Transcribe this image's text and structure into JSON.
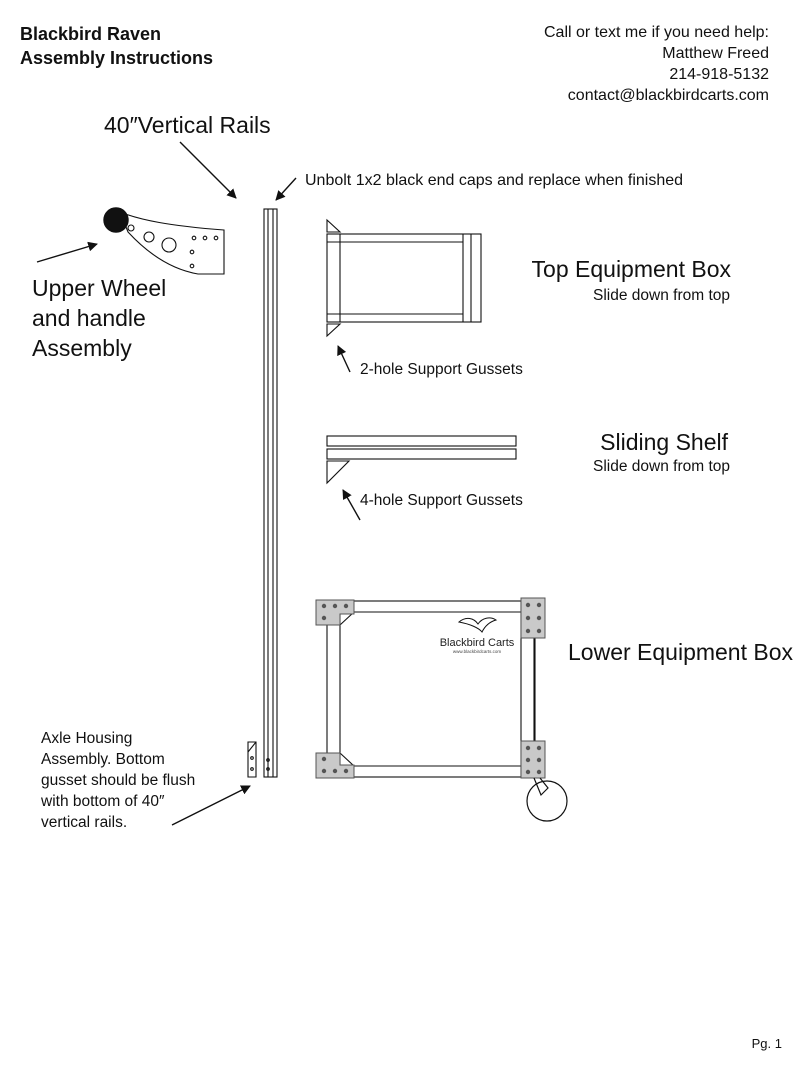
{
  "header": {
    "title_line1": "Blackbird Raven",
    "title_line2": "Assembly Instructions",
    "contact_line1": "Call or text me if you need help:",
    "contact_name": "Matthew Freed",
    "contact_phone": "214-918-5132",
    "contact_email": "contact@blackbirdcarts.com"
  },
  "labels": {
    "vertical_rails": "40″Vertical Rails",
    "end_caps": "Unbolt 1x2 black end caps and replace when finished",
    "upper_wheel_line1": "Upper Wheel",
    "upper_wheel_line2": "and handle",
    "upper_wheel_line3": "Assembly",
    "top_box_title": "Top Equipment Box",
    "top_box_sub": "Slide down from top",
    "two_hole_gussets": "2-hole Support Gussets",
    "sliding_shelf_title": "Sliding Shelf",
    "sliding_shelf_sub": "Slide down from top",
    "four_hole_gussets": "4-hole Support Gussets",
    "lower_box_title": "Lower Equipment Box",
    "axle_line1": "Axle Housing",
    "axle_line2": "Assembly. Bottom",
    "axle_line3": "gusset should be flush",
    "axle_line4": "with bottom of 40″",
    "axle_line5": "vertical rails."
  },
  "logo": {
    "brand": "Blackbird Carts",
    "url": "www.blackbirdcarts.com"
  },
  "footer": {
    "page": "Pg. 1"
  }
}
